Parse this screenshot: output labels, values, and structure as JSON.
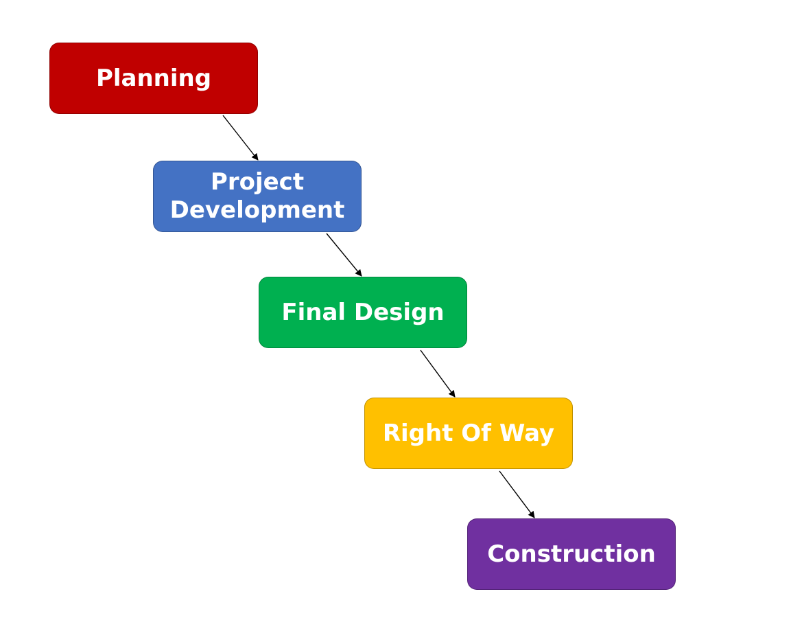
{
  "diagram": {
    "steps": [
      {
        "label": "Planning",
        "color": "#c00000"
      },
      {
        "label": "Project\nDevelopment",
        "color": "#4472c4"
      },
      {
        "label": "Final Design",
        "color": "#00b050"
      },
      {
        "label": "Right Of Way",
        "color": "#ffc000"
      },
      {
        "label": "Construction",
        "color": "#7030a0"
      }
    ],
    "connectors": [
      {
        "from": "Planning",
        "to": "Project Development"
      },
      {
        "from": "Project Development",
        "to": "Final Design"
      },
      {
        "from": "Final Design",
        "to": "Right Of Way"
      },
      {
        "from": "Right Of Way",
        "to": "Construction"
      }
    ]
  }
}
